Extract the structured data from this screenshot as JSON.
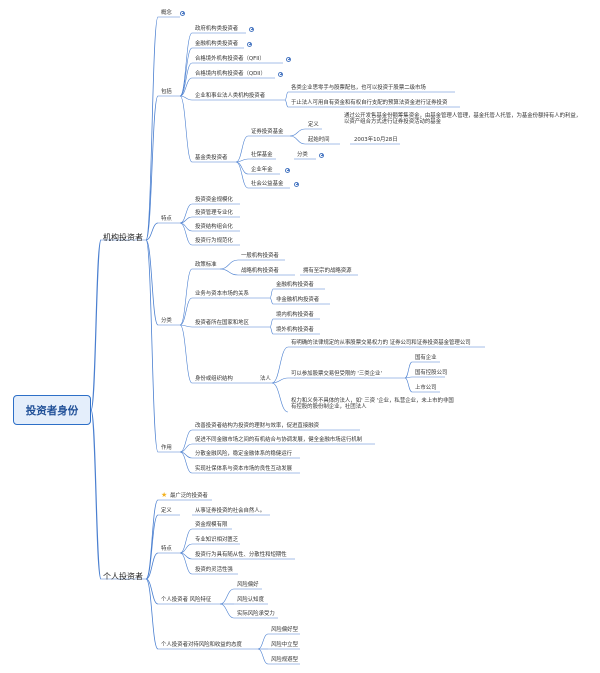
{
  "root": "投资者身份",
  "institutional": {
    "label": "机构投资者",
    "concept": "概念",
    "includes": {
      "label": "包括",
      "items": [
        "政府机构类投资者",
        "金融机构类投资者",
        "合格境外机构投资者（QFII）",
        "合格境内机构投资者（QDII）"
      ],
      "enterprise": {
        "label": "企业和事业法人类机构投资者",
        "notes": [
          "各类企业思零手与股票配包，也可以投资于股票二级市场",
          "于止法人可用自有资金和有权自行支配的预算法资金进行证券投资"
        ]
      },
      "fund": {
        "label": "基金类投资者",
        "securities_fund": "证券投资基金",
        "definition_label": "定义",
        "definition_text": "通过公开发售基金份额筹集资金，由基金管理人管理，基金托管人托管，为基金份额持有人的利益，以资产组合方式进行证券投资活动的基金",
        "start_label": "起始时间",
        "start_value": "2003年10月28日",
        "social_security": "社保基金",
        "ss_class": "分类",
        "enterprise_annuity": "企业年金",
        "social_welfare": "社会公益基金"
      }
    },
    "features": {
      "label": "特点",
      "items": [
        "投资资金规模化",
        "投资管理专业化",
        "投资结构组合化",
        "投资行为规范化"
      ]
    },
    "classification": {
      "label": "分类",
      "policy": {
        "label": "政策标准",
        "items": [
          "一般机构投资者",
          "战略机构投资者"
        ],
        "strategic_note": "拥有至宗的战略资源"
      },
      "relation": {
        "label": "业务与资本市场的关系",
        "items": [
          "金融机构投资者",
          "非金融机构投资者"
        ]
      },
      "region": {
        "label": "投资者所在国家和地区",
        "items": [
          "境内机构投资者",
          "境外机构投资者"
        ]
      },
      "org": {
        "label": "身份或组织结构",
        "legal_person": "法人",
        "legal_def": "有明确的法律规定的从事股票交易权力的 证券公司和证券投资基金管理公司",
        "three_label": "可以参加股票交易但受限的 '三类企业'",
        "three_items": [
          "国有企业",
          "国有控股公司",
          "上市公司"
        ],
        "restricted": "权力和义务不具体的法人，如' 三资 '企业，私营企业，未上市的非国有控股的股份制企业，社团法人"
      }
    },
    "role": {
      "label": "作用",
      "items": [
        "改善投资者结构为投资的理财与效率，促进直接融资",
        "促进不同金融市场之间的有机结合与协调发展，健全金融市场运行机制",
        "分散金融风险，稳定金融体系的稳健运行",
        "实现社保体系与资本市场的良性互动发展"
      ]
    }
  },
  "individual": {
    "label": "个人投资者",
    "broad": "最广泛的投资者",
    "definition_label": "定义",
    "definition_text": "从事证券投资的社会自然人。",
    "features": {
      "label": "特点",
      "items": [
        "资金规模有限",
        "专业知识相对匮乏",
        "投资行为具有随从性、分散性和短期性",
        "投资的灵活性强"
      ]
    },
    "risk": {
      "label": "个人投资者 风险特征",
      "items": [
        "风险偏好",
        "风险认知度",
        "实际风险承受力"
      ]
    },
    "attitude": {
      "label": "个人投资者对待风险和收益的态度",
      "items": [
        "风险偏好型",
        "风险中立型",
        "风险规避型"
      ]
    }
  },
  "colors": {
    "line": "#4a7fd0",
    "root_border": "#2d6fc7",
    "root_fill": "#e4eefb",
    "star": "#f3b21f"
  }
}
